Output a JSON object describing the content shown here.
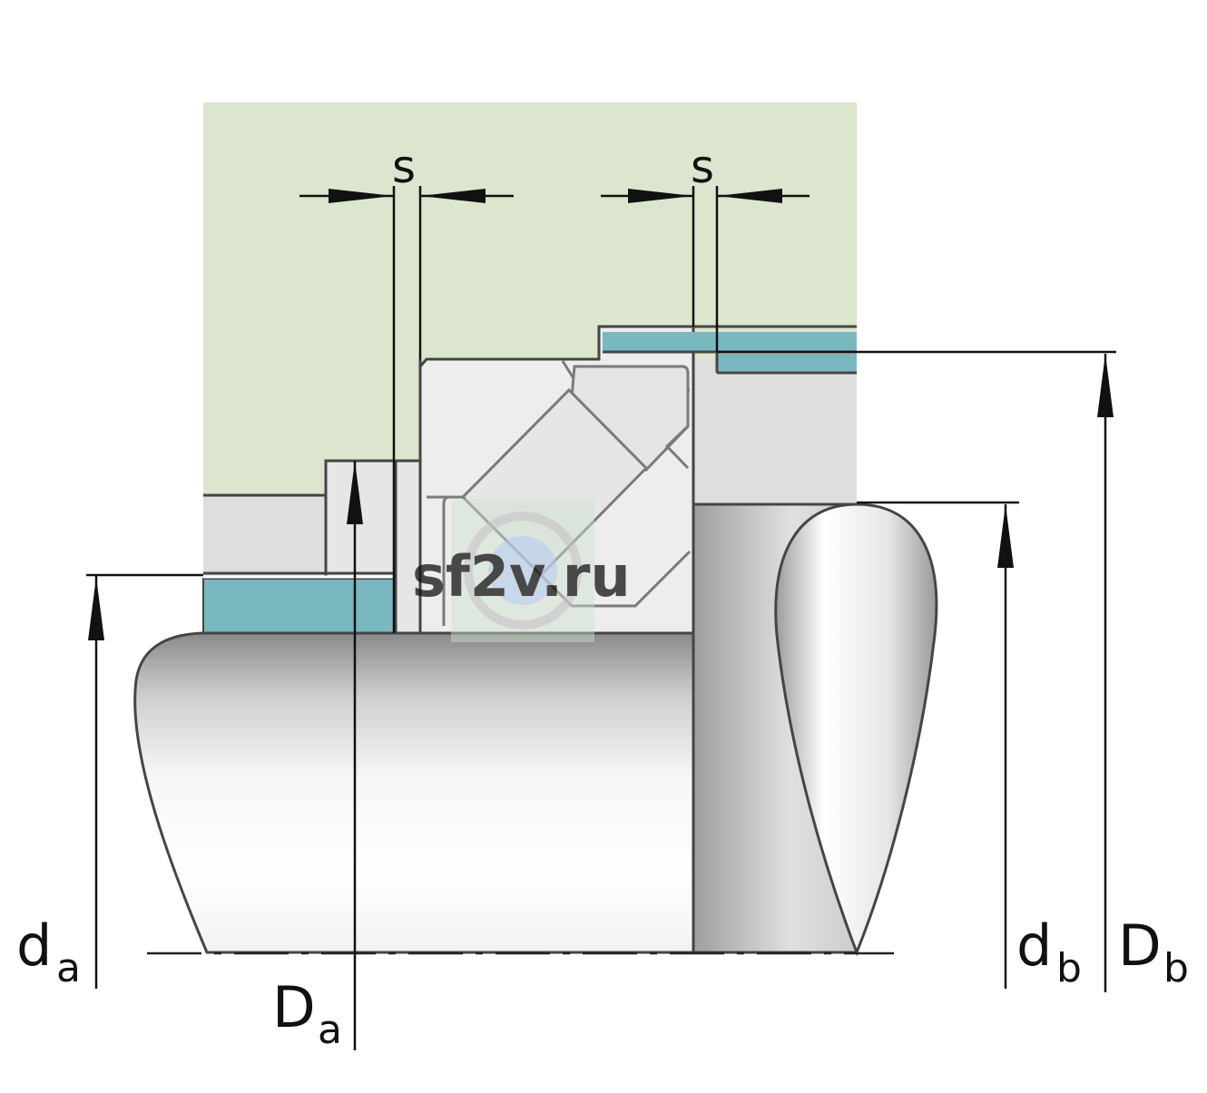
{
  "labels": {
    "s_left": "s",
    "s_right": "s",
    "d_a_main": "d",
    "d_a_sub": "a",
    "D_a_main": "D",
    "D_a_sub": "a",
    "d_b_main": "d",
    "d_b_sub": "b",
    "D_b_main": "D",
    "D_b_sub": "b"
  },
  "watermark": {
    "text": "sf2v.ru",
    "color": "#4a7fd0"
  },
  "colors": {
    "housing": "#dce6cf",
    "bearing": "#ededed",
    "seal": "#7ab8c0",
    "outline": "#454545"
  }
}
